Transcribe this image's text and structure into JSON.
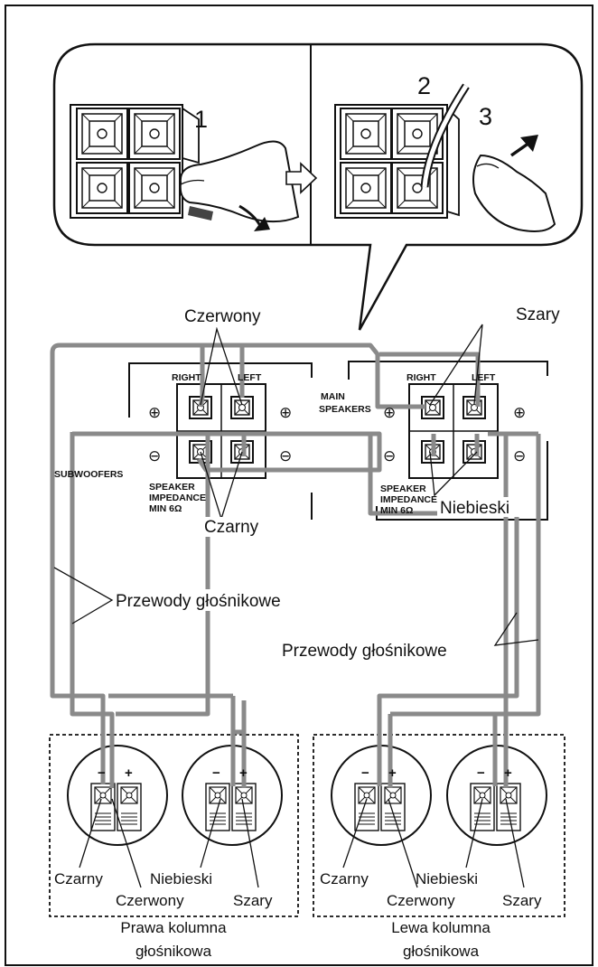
{
  "steps": {
    "s1": "1",
    "s2": "2",
    "s3": "3"
  },
  "labels": {
    "red_top": "Czerwony",
    "grey_top": "Szary",
    "black_mid": "Czarny",
    "blue_mid": "Niebieski",
    "wires_left": "Przewody głośnikowe",
    "wires_right": "Przewody głośnikowe"
  },
  "panel": {
    "right": "RIGHT",
    "left": "LEFT",
    "main_line1": "MAIN",
    "main_line2": "SPEAKERS",
    "subwoofers": "SUBWOOFERS",
    "imp1": "SPEAKER",
    "imp2": "IMPEDANCE",
    "imp3": "MIN 6",
    "ohm": "Ω",
    "plus": "⊕",
    "minus": "⊖"
  },
  "speakers": {
    "minus": "−",
    "plus": "+",
    "right_black": "Czarny",
    "right_red": "Czerwony",
    "right_blue": "Niebieski",
    "right_grey": "Szary",
    "left_black": "Czarny",
    "left_red": "Czerwony",
    "left_blue": "Niebieski",
    "left_grey": "Szary",
    "right_caption_1": "Prawa kolumna",
    "right_caption_2": "głośnikowa",
    "left_caption_1": "Lewa kolumna",
    "left_caption_2": "głośnikowa"
  },
  "colors": {
    "wire": "#8a8a8a",
    "line": "#111111"
  }
}
